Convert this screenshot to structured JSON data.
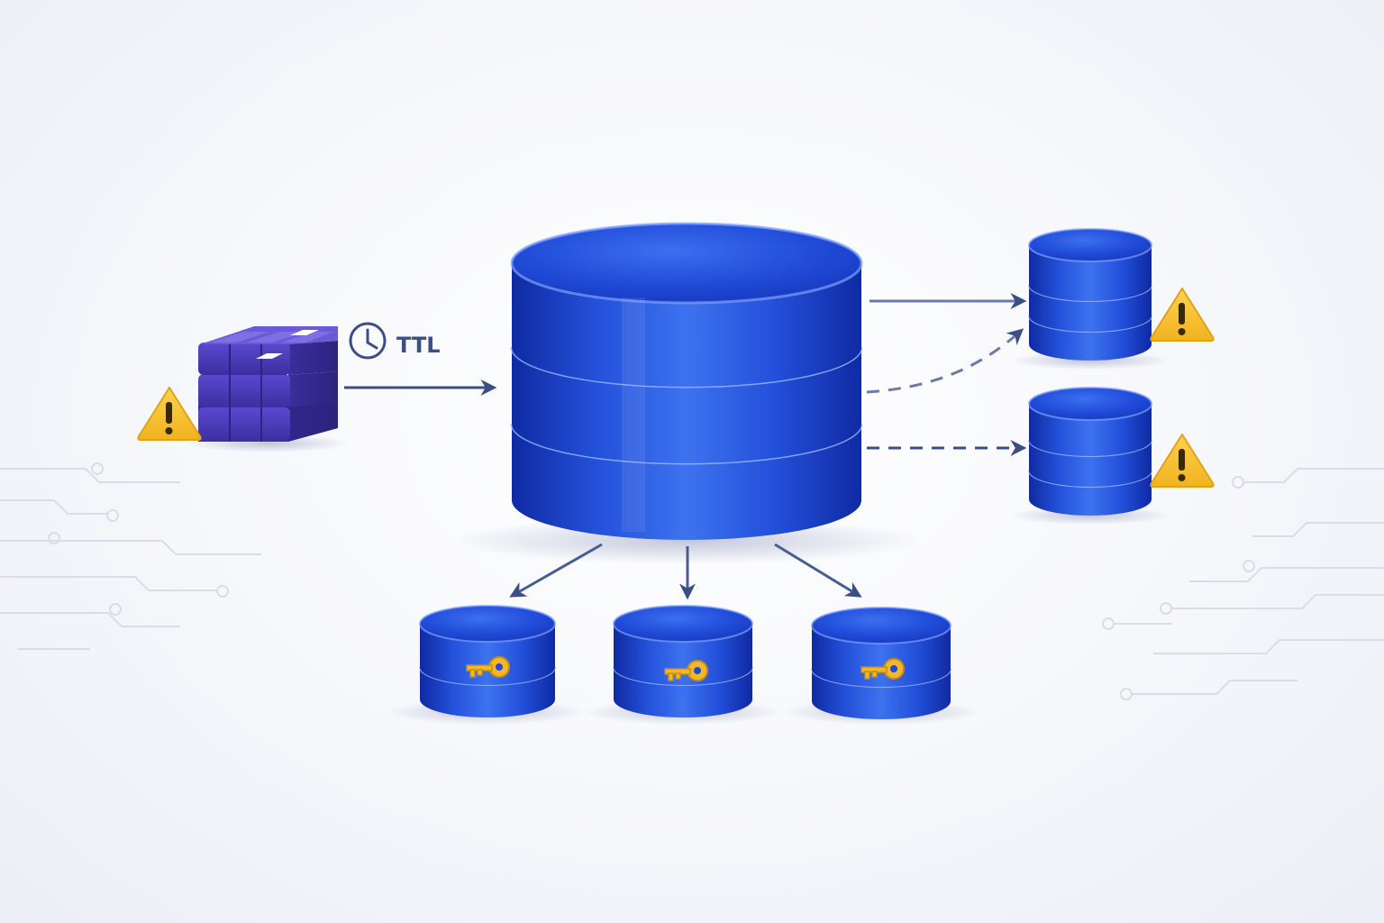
{
  "diagram": {
    "ttl_label": "TTL",
    "colors": {
      "db_blue": "#1f49d6",
      "db_light": "#3f73f0",
      "db_dark": "#0f2aa3",
      "cache_purple": "#4a3bb8",
      "warning_yellow": "#f5c233",
      "key_gold": "#f2b82a",
      "arrow": "#3b4f86",
      "circuit": "#d9dde8"
    },
    "nodes": [
      {
        "id": "cache-block",
        "icon": "cache-grid-icon",
        "badge": "warning-icon"
      },
      {
        "id": "primary-database",
        "icon": "database-icon"
      },
      {
        "id": "replica-top",
        "icon": "database-icon",
        "badge": "warning-icon"
      },
      {
        "id": "replica-middle",
        "icon": "database-icon",
        "badge": "warning-icon"
      },
      {
        "id": "shard-left",
        "icon": "database-icon",
        "badge": "key-icon"
      },
      {
        "id": "shard-center",
        "icon": "database-icon",
        "badge": "key-icon"
      },
      {
        "id": "shard-right",
        "icon": "database-icon",
        "badge": "key-icon"
      }
    ],
    "edges": [
      {
        "from": "cache-block",
        "to": "primary-database",
        "style": "solid",
        "label": "TTL"
      },
      {
        "from": "primary-database",
        "to": "replica-top",
        "style": "solid"
      },
      {
        "from": "primary-database",
        "to": "replica-top",
        "style": "dashed-curve"
      },
      {
        "from": "primary-database",
        "to": "replica-middle",
        "style": "dashed"
      },
      {
        "from": "primary-database",
        "to": "shard-left",
        "style": "solid"
      },
      {
        "from": "primary-database",
        "to": "shard-center",
        "style": "solid"
      },
      {
        "from": "primary-database",
        "to": "shard-right",
        "style": "solid"
      }
    ]
  }
}
